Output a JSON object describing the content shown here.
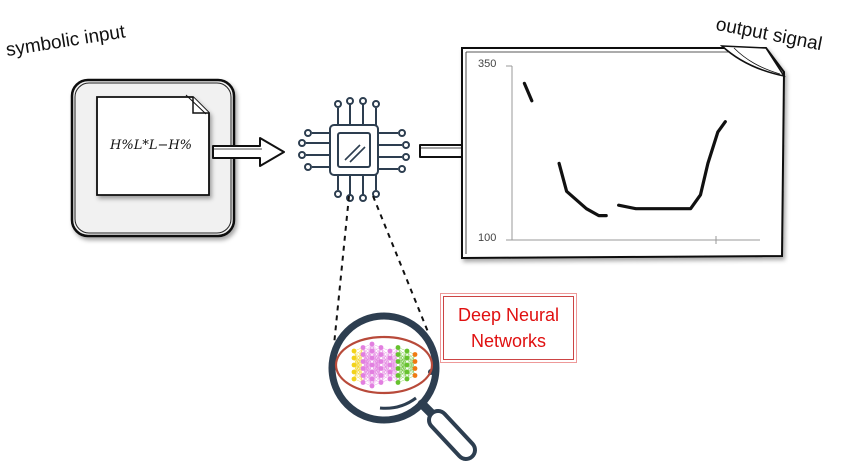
{
  "labels": {
    "input": "symbolic input",
    "output": "output signal",
    "formula": "H%L*L−H%",
    "model": "Deep Neural Networks",
    "model_line1": "Deep Neural",
    "model_line2": "Networks"
  },
  "chart_data": {
    "type": "line",
    "ylim": [
      100,
      350
    ],
    "yticks": [
      "350",
      "100"
    ],
    "grid": false,
    "series": [
      {
        "values": [
          [
            0.05,
            325
          ],
          [
            0.08,
            300
          ]
        ]
      },
      {
        "values": [
          [
            0.19,
            210
          ],
          [
            0.22,
            170
          ],
          [
            0.3,
            145
          ],
          [
            0.35,
            135
          ],
          [
            0.38,
            135
          ]
        ]
      },
      {
        "values": [
          [
            0.43,
            150
          ],
          [
            0.5,
            145
          ],
          [
            0.72,
            145
          ],
          [
            0.76,
            165
          ],
          [
            0.79,
            210
          ],
          [
            0.83,
            255
          ],
          [
            0.86,
            270
          ]
        ]
      }
    ]
  },
  "colors": {
    "model_text": "#e01010",
    "ink": "#111111",
    "chip": "#2d3e50",
    "net_pink": "#e27fe0",
    "net_yellow": "#f2d21b",
    "net_green": "#66c22e",
    "net_orange": "#f07a12",
    "lens_ring": "#b84a3a"
  },
  "icons": [
    "page-icon",
    "arrow-icon",
    "chip-icon",
    "magnifier-icon",
    "neural-network-icon"
  ]
}
